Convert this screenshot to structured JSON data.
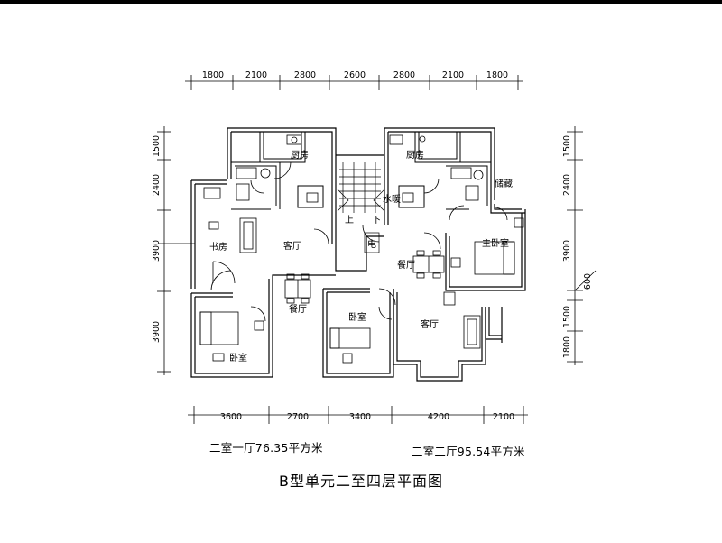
{
  "dimensions": {
    "top": [
      "1800",
      "2100",
      "2800",
      "2600",
      "2800",
      "2100",
      "1800"
    ],
    "bottom": [
      "3600",
      "2700",
      "3400",
      "4200",
      "2100"
    ],
    "left": [
      "1500",
      "2400",
      "3900",
      "3900"
    ],
    "right": [
      "1500",
      "2400",
      "3900",
      "600",
      "1500",
      "1800"
    ]
  },
  "rooms": {
    "kitchen_left": "厨房",
    "kitchen_right": "厨房",
    "study": "书房",
    "living_left": "客厅",
    "dining_left": "餐厅",
    "bedroom_left": "卧室",
    "bedroom_middle": "卧室",
    "dining_right": "餐厅",
    "living_right": "客厅",
    "master_bedroom": "主卧室",
    "storage": "储藏",
    "water_heater": "水暖",
    "up": "上",
    "down": "下",
    "electric": "电"
  },
  "areas": {
    "left_unit": "二室一厅76.35平方米",
    "right_unit": "二室二厅95.54平方米"
  },
  "caption": "B型单元二至四层平面图"
}
